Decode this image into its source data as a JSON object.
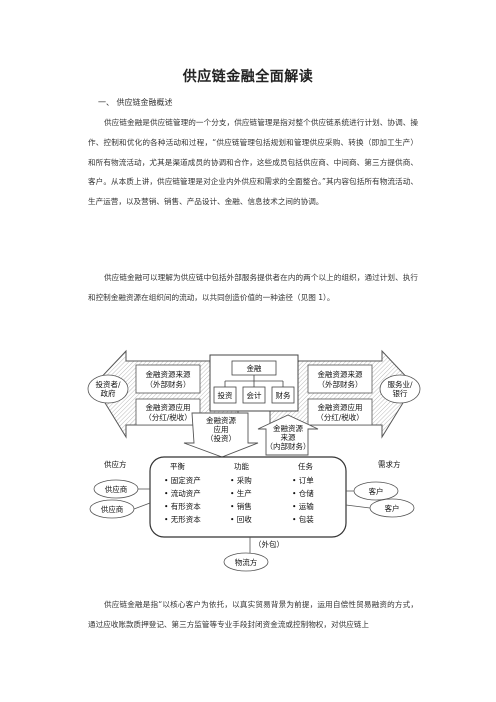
{
  "document": {
    "title": "供应链金融全面解读",
    "section_heading": "一、  供应链金融概述",
    "paragraphs": [
      "供应链金融是供应链管理的一个分支，供应链管理是指对整个供应链系统进行计划、协调、操作、控制和优化的各种活动和过程，“供应链管理包括规划和管理供应采购、转换（即加工生产）和所有物流活动，尤其是渠道成员的协调和合作，这些成员包括供应商、中间商、第三方提供商、客户。从本质上讲，供应链管理是对企业内外供应和需求的全面整合。”其内容包括所有物流活动、生产运营，以及营销、销售、产品设计、金融、信息技术之间的协调。",
      "供应链金融可以理解为供应链中包括外部服务提供者在内的两个以上的组织，通过计划、执行和控制金融资源在组织间的流动，以共同创造价值的一种途径（见图 1）。",
      "供应链金融是指“以核心客户为依托，以真实贸易背景为前提，运用自偿性贸易融资的方式，通过应收账款质押登记、第三方监管等专业手段封闭资金流或控制物权，对供应链上"
    ]
  },
  "figure": {
    "left_top_box": "金融资源来源\n（外部财务）",
    "left_bottom_box": "金融资源应用\n（分红/税收）",
    "right_top_box": "金融资源来源\n（外部财务）",
    "right_bottom_box": "金融资源应用\n（分红/税收）",
    "left_ellipse": "投资者/\n政府",
    "right_ellipse": "服务业/\n银行",
    "finance_box": "金融",
    "finance_items": [
      "投资",
      "会计",
      "财务"
    ],
    "center_left_arrow": "金融资源\n应用\n（投资）",
    "center_right_arrow": "金融资源\n来源\n（内部财务）",
    "supplier_label": "供应方",
    "demand_label": "需求方",
    "supplier_ellipses": [
      "供应商",
      "供应商"
    ],
    "customer_ellipses": [
      "客户",
      "客户"
    ],
    "columns": [
      {
        "header": "平衡",
        "items": [
          "• 固定资产",
          "• 流动资产",
          "• 有形资本",
          "• 无形资本"
        ]
      },
      {
        "header": "功能",
        "items": [
          "• 采购",
          "• 生产",
          "• 销售",
          "• 回收"
        ]
      },
      {
        "header": "任务",
        "items": [
          "• 订单",
          "• 仓储",
          "• 运输",
          "• 包装"
        ]
      }
    ],
    "outsourcing_label": "（外包）",
    "logistics_ellipse": "物流方"
  }
}
